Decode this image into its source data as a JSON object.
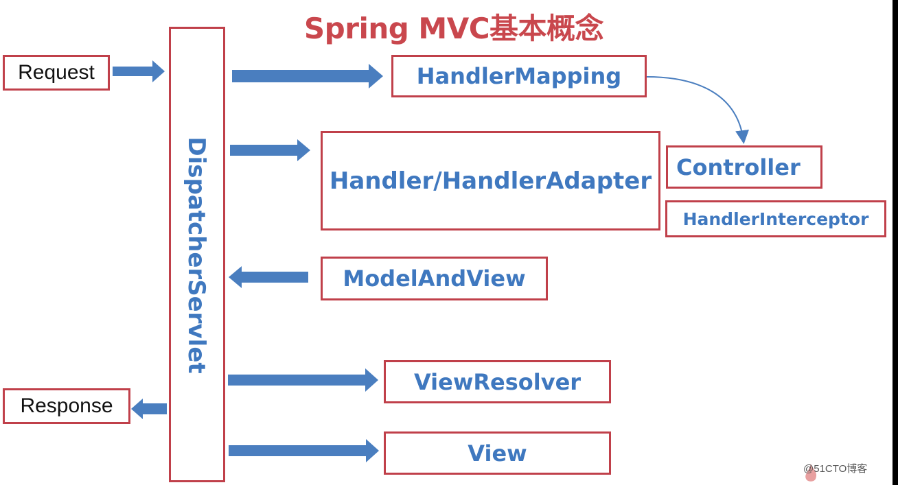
{
  "title": "Spring MVC基本概念",
  "left": {
    "request": "Request",
    "response": "Response"
  },
  "servlet": {
    "label": "DispatcherServlet"
  },
  "components": {
    "handler_mapping": "HandlerMapping",
    "handler_adapter": "Handler/HandlerAdapter",
    "controller": "Controller",
    "handler_interceptor": "HandlerInterceptor",
    "model_and_view": "ModelAndView",
    "view_resolver": "ViewResolver",
    "view": "View"
  },
  "watermark": "@51CTO博客",
  "colors": {
    "title": "#c9474d",
    "box_border": "#c0404a",
    "box_text": "#3f78bf",
    "arrow": "#4a7ebf"
  }
}
